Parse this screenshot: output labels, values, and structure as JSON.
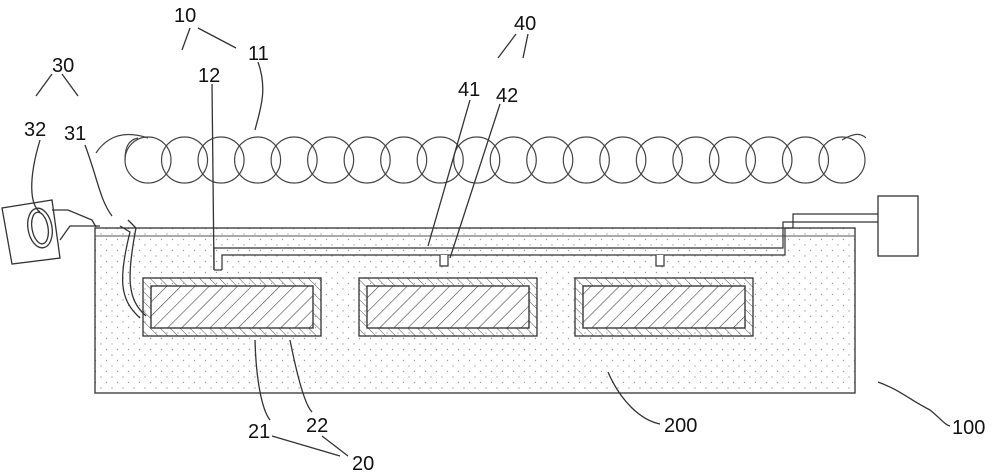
{
  "labels": {
    "l10": "10",
    "l11": "11",
    "l12": "12",
    "l20": "20",
    "l21": "21",
    "l22": "22",
    "l30": "30",
    "l31": "31",
    "l32": "32",
    "l40": "40",
    "l41": "41",
    "l42": "42",
    "l100": "100",
    "l200": "200"
  },
  "colors": {
    "line": "#333333",
    "fill_dots": "#9a9a9a",
    "background": "#ffffff"
  },
  "structure": {
    "coil_turns": 20,
    "heating_blocks": 3,
    "spray_nozzles": 3
  }
}
